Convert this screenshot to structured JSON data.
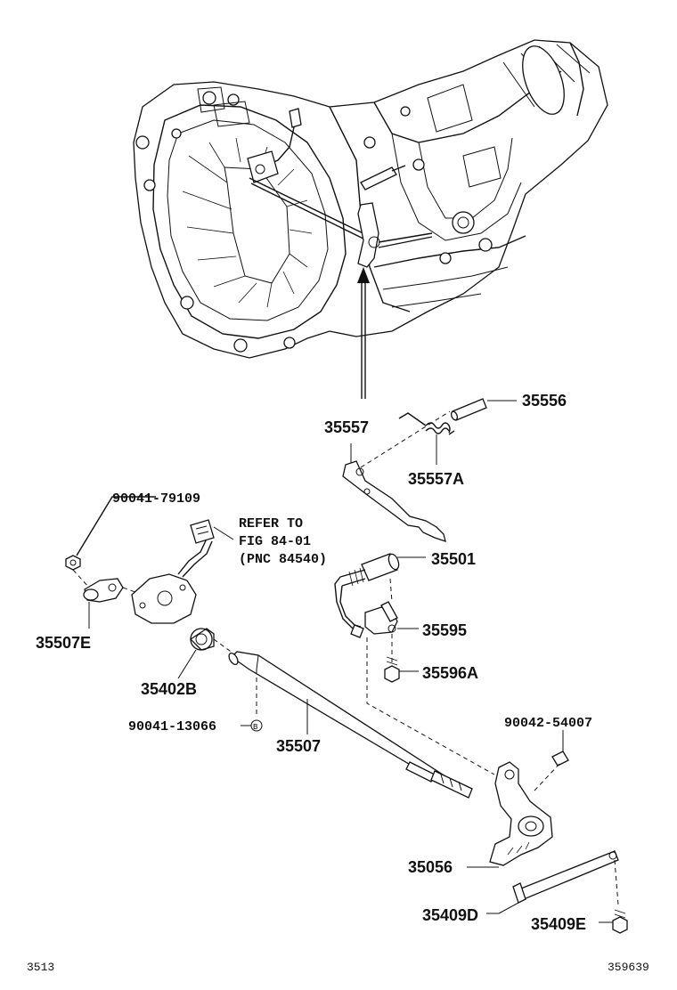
{
  "labels": {
    "p35556": "35556",
    "p35557": "35557",
    "p35557A": "35557A",
    "p90041_79109": "90041-79109",
    "refer_line1": "REFER TO",
    "refer_line2": "FIG 84-01",
    "refer_line3": "(PNC 84540)",
    "p35501": "35501",
    "p35595": "35595",
    "p35507E": "35507E",
    "p35596A": "35596A",
    "p35402B": "35402B",
    "p90041_13066": "90041-13066",
    "p35507": "35507",
    "p90042_54007": "90042-54007",
    "p35056": "35056",
    "p35409D": "35409D",
    "p35409E": "35409E",
    "b_marker": "B"
  },
  "footer": {
    "left_code": "3513",
    "right_code": "359639"
  }
}
